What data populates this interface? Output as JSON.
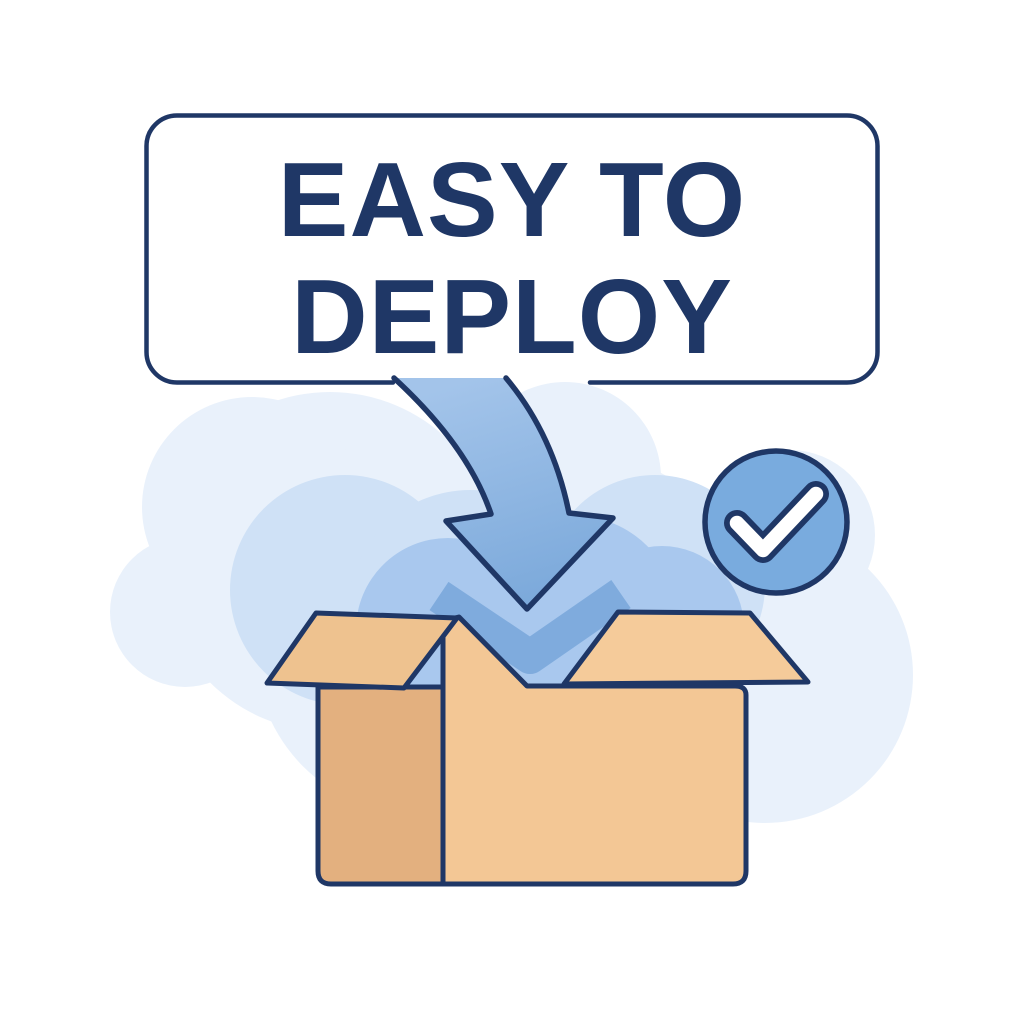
{
  "scene": {
    "caption": {
      "line1": "EASY TO",
      "line2": "DEPLOY"
    },
    "speech_bubble": {
      "shape": "rounded-rectangle",
      "fill": "#ffffff",
      "border": "#1f3766"
    },
    "arrow": {
      "type": "curved-down-arrow",
      "fill": "#84aedd"
    },
    "badge": {
      "type": "checkmark-circle",
      "fill": "#79abde",
      "check": "#ffffff"
    },
    "box": {
      "type": "open-cardboard-box",
      "front": "#f3c795",
      "side": "#e3b07f",
      "flap_left": "#eec28f",
      "flap_right": "#f5cb9a"
    },
    "clouds": {
      "light": "#e9f1fb",
      "mid": "#cfe1f6",
      "deep": "#a9c8ee"
    },
    "outline_color": "#1f3766",
    "background": "#ffffff"
  }
}
